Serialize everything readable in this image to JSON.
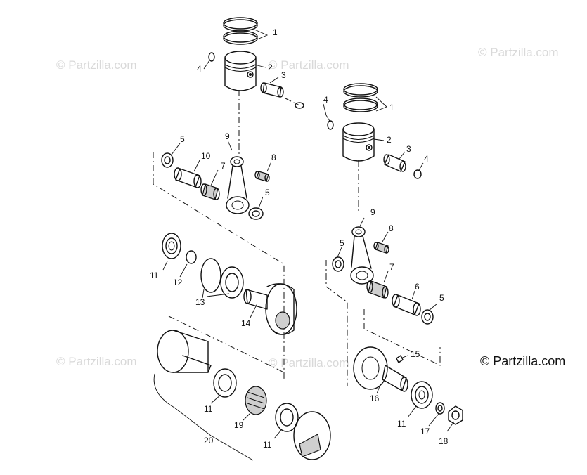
{
  "watermark": "© Partzilla.com",
  "copyright": "© Partzilla.com",
  "callouts": [
    {
      "id": "c1a",
      "text": "1"
    },
    {
      "id": "c2a",
      "text": "2"
    },
    {
      "id": "c3a",
      "text": "3"
    },
    {
      "id": "c4a",
      "text": "4"
    },
    {
      "id": "c4b",
      "text": "4"
    },
    {
      "id": "c1b",
      "text": "1"
    },
    {
      "id": "c2b",
      "text": "2"
    },
    {
      "id": "c3b",
      "text": "3"
    },
    {
      "id": "c4c",
      "text": "4"
    },
    {
      "id": "c5a",
      "text": "5"
    },
    {
      "id": "c10",
      "text": "10"
    },
    {
      "id": "c9a",
      "text": "9"
    },
    {
      "id": "c8a",
      "text": "8"
    },
    {
      "id": "c7a",
      "text": "7"
    },
    {
      "id": "c5b",
      "text": "5"
    },
    {
      "id": "c9b",
      "text": "9"
    },
    {
      "id": "c8b",
      "text": "8"
    },
    {
      "id": "c5c",
      "text": "5"
    },
    {
      "id": "c7b",
      "text": "7"
    },
    {
      "id": "c6",
      "text": "6"
    },
    {
      "id": "c5d",
      "text": "5"
    },
    {
      "id": "c11a",
      "text": "11"
    },
    {
      "id": "c12",
      "text": "12"
    },
    {
      "id": "c13",
      "text": "13"
    },
    {
      "id": "c14",
      "text": "14"
    },
    {
      "id": "c15",
      "text": "15"
    },
    {
      "id": "c16",
      "text": "16"
    },
    {
      "id": "c11b",
      "text": "11"
    },
    {
      "id": "c17",
      "text": "17"
    },
    {
      "id": "c18",
      "text": "18"
    },
    {
      "id": "c11c",
      "text": "11"
    },
    {
      "id": "c19",
      "text": "19"
    },
    {
      "id": "c11d",
      "text": "11"
    },
    {
      "id": "c20",
      "text": "20"
    }
  ]
}
